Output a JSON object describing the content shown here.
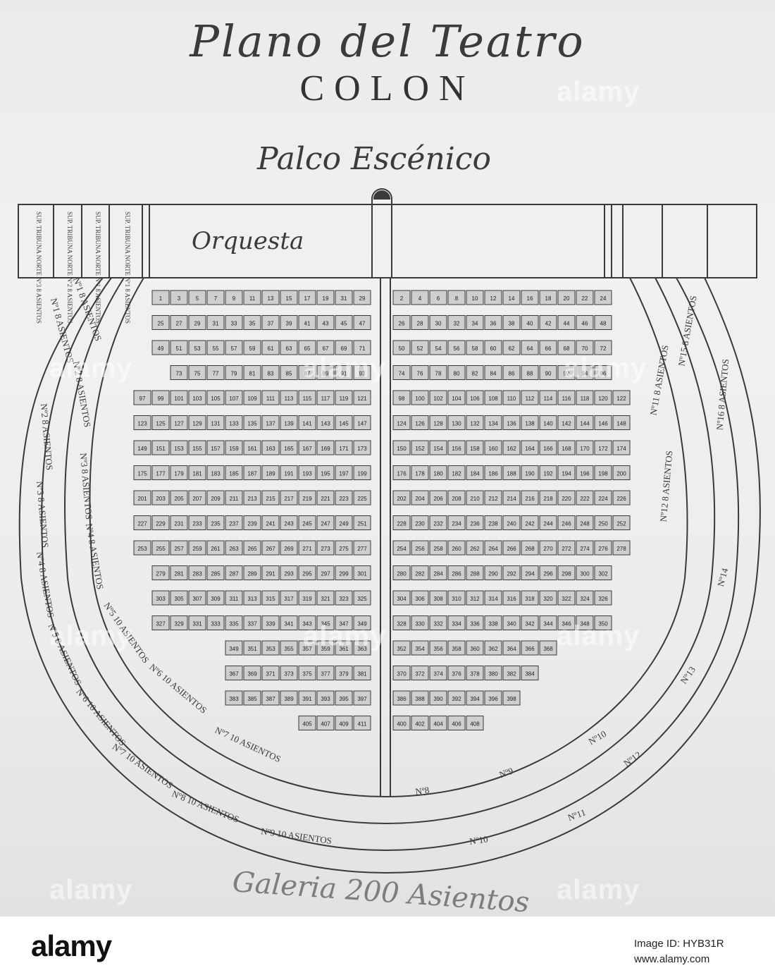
{
  "document": {
    "title_line1": "Plano del Teatro",
    "title_line2": "COLON",
    "stage_label": "Palco Escénico",
    "orchestra_label": "Orquesta",
    "gallery_label": "Galeria 200 Asientos"
  },
  "tribunas": [
    "SUP. TRIBUNA NORTE Nº3 8 ASIENTOS",
    "SUP. TRIBUNA NORTE Nº2 8 ASIENTOS",
    "SUP. TRIBUNA NORTE Nº1 8 ASIENTOS",
    "SUP. TRIBUNA NORTE Nº1 8 ASIENTOS"
  ],
  "palcos_left_inner": [
    {
      "label": "Nº1 8 ASIENTOS"
    },
    {
      "label": "Nº2 8 ASIENTOS"
    },
    {
      "label": "Nº3 8 ASIENTOS"
    },
    {
      "label": "Nº4 8 ASIENTOS"
    },
    {
      "label": "Nº5 10 ASIENTOS"
    },
    {
      "label": "Nº6 10 ASIENTOS"
    },
    {
      "label": "Nº7 10 ASIENTOS"
    }
  ],
  "palcos_left_outer": [
    {
      "label": "Nº1 8 ASIENTOS"
    },
    {
      "label": "Nº2 8 ASIENTOS"
    },
    {
      "label": "Nº3 8 ASIENTOS"
    },
    {
      "label": "Nº4 8 ASIENTOS"
    },
    {
      "label": "Nº5 8 ASIENTOS"
    },
    {
      "label": "Nº6 10 ASIENTOS"
    },
    {
      "label": "Nº7 10 ASIENTOS"
    },
    {
      "label": "Nº8 10 ASIENTOS"
    },
    {
      "label": "Nº9 10 ASIENTOS"
    }
  ],
  "palcos_right_inner": [
    {
      "label": "Nº8"
    },
    {
      "label": "Nº9"
    },
    {
      "label": "Nº10"
    },
    {
      "label": "Nº11 8 ASIENTOS"
    },
    {
      "label": "Nº12 8 ASIENTOS"
    }
  ],
  "palcos_right_outer": [
    {
      "label": "Nº10"
    },
    {
      "label": "Nº11"
    },
    {
      "label": "Nº12"
    },
    {
      "label": "Nº13"
    },
    {
      "label": "Nº14"
    },
    {
      "label": "Nº15 8 ASIENTOS"
    },
    {
      "label": "Nº16 8 ASIENTOS"
    }
  ],
  "seats_left_rows": [
    [
      "29",
      "31",
      "19",
      "17",
      "15",
      "13",
      "11",
      "9",
      "7",
      "5",
      "3",
      "1"
    ],
    [
      "47",
      "45",
      "43",
      "41",
      "39",
      "37",
      "35",
      "33",
      "31",
      "29",
      "27",
      "25"
    ],
    [
      "71",
      "69",
      "67",
      "65",
      "63",
      "61",
      "59",
      "57",
      "55",
      "53",
      "51",
      "49"
    ],
    [
      "93",
      "91",
      "89",
      "87",
      "85",
      "83",
      "81",
      "79",
      "77",
      "75",
      "73"
    ],
    [
      "121",
      "119",
      "117",
      "115",
      "113",
      "111",
      "109",
      "107",
      "105",
      "103",
      "101",
      "99",
      "97"
    ],
    [
      "147",
      "145",
      "143",
      "141",
      "139",
      "137",
      "135",
      "133",
      "131",
      "129",
      "127",
      "125",
      "123"
    ],
    [
      "173",
      "171",
      "169",
      "167",
      "165",
      "163",
      "161",
      "159",
      "157",
      "155",
      "153",
      "151",
      "149"
    ],
    [
      "199",
      "197",
      "195",
      "193",
      "191",
      "189",
      "187",
      "185",
      "183",
      "181",
      "179",
      "177",
      "175"
    ],
    [
      "225",
      "223",
      "221",
      "219",
      "217",
      "215",
      "213",
      "211",
      "209",
      "207",
      "205",
      "203",
      "201"
    ],
    [
      "251",
      "249",
      "247",
      "245",
      "243",
      "241",
      "239",
      "237",
      "235",
      "233",
      "231",
      "229",
      "227"
    ],
    [
      "277",
      "275",
      "273",
      "271",
      "269",
      "267",
      "265",
      "263",
      "261",
      "259",
      "257",
      "255",
      "253"
    ],
    [
      "301",
      "299",
      "297",
      "295",
      "293",
      "291",
      "289",
      "287",
      "285",
      "283",
      "281",
      "279"
    ],
    [
      "325",
      "323",
      "321",
      "319",
      "317",
      "315",
      "313",
      "311",
      "309",
      "307",
      "305",
      "303"
    ],
    [
      "349",
      "347",
      "345",
      "343",
      "341",
      "339",
      "337",
      "335",
      "333",
      "331",
      "329",
      "327"
    ],
    [
      "363",
      "361",
      "359",
      "357",
      "355",
      "353",
      "351",
      "349"
    ],
    [
      "381",
      "379",
      "377",
      "375",
      "373",
      "371",
      "369",
      "367"
    ],
    [
      "397",
      "395",
      "393",
      "391",
      "389",
      "387",
      "385",
      "383"
    ],
    [
      "411",
      "409",
      "407",
      "405"
    ]
  ],
  "seats_right_rows": [
    [
      "2",
      "4",
      "6",
      "8",
      "10",
      "12",
      "14",
      "16",
      "18",
      "20",
      "22",
      "24"
    ],
    [
      "26",
      "28",
      "30",
      "32",
      "34",
      "36",
      "38",
      "40",
      "42",
      "44",
      "46",
      "48"
    ],
    [
      "50",
      "52",
      "54",
      "56",
      "58",
      "60",
      "62",
      "64",
      "66",
      "68",
      "70",
      "72"
    ],
    [
      "74",
      "76",
      "78",
      "80",
      "82",
      "84",
      "86",
      "88",
      "90",
      "92",
      "94",
      "96"
    ],
    [
      "98",
      "100",
      "102",
      "104",
      "106",
      "108",
      "110",
      "112",
      "114",
      "116",
      "118",
      "120",
      "122"
    ],
    [
      "124",
      "126",
      "128",
      "130",
      "132",
      "134",
      "136",
      "138",
      "140",
      "142",
      "144",
      "146",
      "148"
    ],
    [
      "150",
      "152",
      "154",
      "156",
      "158",
      "160",
      "162",
      "164",
      "166",
      "168",
      "170",
      "172",
      "174"
    ],
    [
      "176",
      "178",
      "180",
      "182",
      "184",
      "186",
      "188",
      "190",
      "192",
      "194",
      "196",
      "198",
      "200"
    ],
    [
      "202",
      "204",
      "206",
      "208",
      "210",
      "212",
      "214",
      "216",
      "218",
      "220",
      "222",
      "224",
      "226"
    ],
    [
      "228",
      "230",
      "232",
      "234",
      "236",
      "238",
      "240",
      "242",
      "244",
      "246",
      "248",
      "250",
      "252"
    ],
    [
      "254",
      "256",
      "258",
      "260",
      "262",
      "264",
      "266",
      "268",
      "270",
      "272",
      "274",
      "276",
      "278"
    ],
    [
      "280",
      "282",
      "284",
      "286",
      "288",
      "290",
      "292",
      "294",
      "296",
      "298",
      "300",
      "302"
    ],
    [
      "304",
      "306",
      "308",
      "310",
      "312",
      "314",
      "316",
      "318",
      "320",
      "322",
      "324",
      "326"
    ],
    [
      "328",
      "330",
      "332",
      "334",
      "336",
      "338",
      "340",
      "342",
      "344",
      "346",
      "348",
      "350"
    ],
    [
      "352",
      "354",
      "356",
      "358",
      "360",
      "362",
      "364",
      "366",
      "368"
    ],
    [
      "370",
      "372",
      "374",
      "376",
      "378",
      "380",
      "382",
      "384"
    ],
    [
      "386",
      "388",
      "390",
      "392",
      "394",
      "396",
      "398"
    ],
    [
      "400",
      "402",
      "404",
      "406",
      "408"
    ]
  ],
  "watermarks": [
    "alamy",
    "alamy",
    "alamy",
    "alamy",
    "alamy",
    "alamy",
    "alamy",
    "alamy",
    "alamy"
  ],
  "footer": {
    "logo": "alamy",
    "image_id": "Image ID: HYB31R",
    "url": "www.alamy.com"
  },
  "colors": {
    "ink": "#3a3a3a",
    "paper": "#ececec",
    "seat_fill": "#cfcfcf"
  }
}
